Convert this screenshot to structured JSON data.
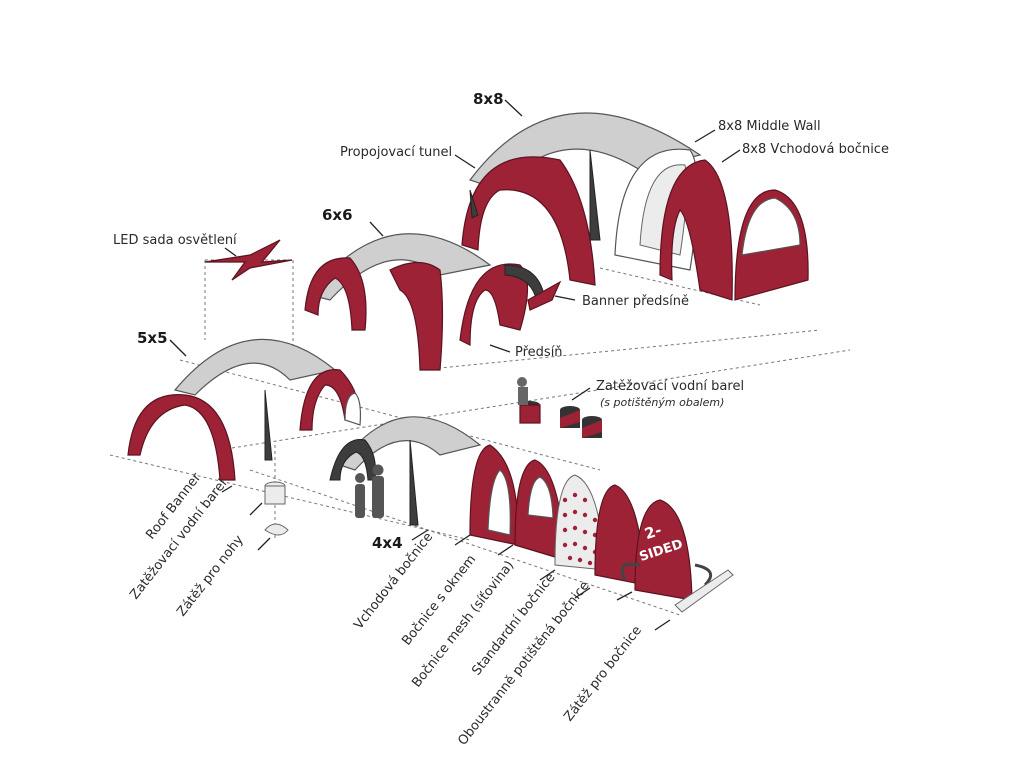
{
  "sizes": {
    "s8": "8x8",
    "s6": "6x6",
    "s5": "5x5",
    "s4": "4x4"
  },
  "labels": {
    "middle_wall": "8x8 Middle Wall",
    "entrance_wall_8": "8x8 Vchodová bočnice",
    "tunnel": "Propojovací tunel",
    "led": "LED sada osvětlení",
    "banner_porch": "Banner předsíně",
    "porch": "Předsíň",
    "water_barrel_top": "Zatěžovací vodní barel",
    "water_barrel_top_sub": "(s potištěným obalem)",
    "roof_banner": "Roof Banner",
    "water_barrel": "Zatěžovací vodní barel",
    "leg_weight": "Zátěž pro nohy",
    "entrance_wall": "Vchodová bočnice",
    "window_wall": "Bočnice s oknem",
    "mesh_wall": "Bočnice mesh (síťovina)",
    "standard_wall": "Standardní bočnice",
    "double_printed": "Oboustranně potištěná bočnice",
    "wall_weight": "Zátěž pro bočnice",
    "two_sided_1": "2-",
    "two_sided_2": "SIDED"
  },
  "colors": {
    "brand_red": "#9e2236",
    "roof_grey": "#cfcfcf",
    "frame_dark": "#3d3d3d"
  }
}
